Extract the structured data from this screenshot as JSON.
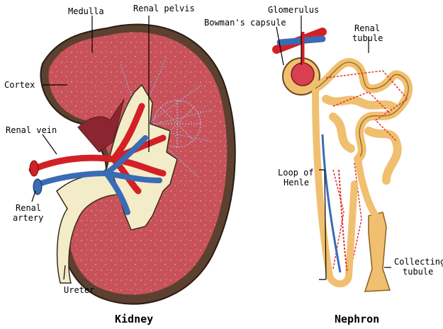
{
  "labels": {
    "medulla": "Medulla",
    "renal_pelvis": "Renal pelvis",
    "cortex": "Cortex",
    "renal_vein": "Renal vein",
    "renal_artery_1": "Renal",
    "renal_artery_2": "artery",
    "ureter": "Ureter",
    "glomerulus": "Glomerulus",
    "bowmans_capsule": "Bowman's capsule",
    "renal_tubule_1": "Renal",
    "renal_tubule_2": "tubule",
    "loop_of_henle_1": "Loop of",
    "loop_of_henle_2": "Henle",
    "collecting_tubule_1": "Collecting",
    "collecting_tubule_2": "tubule"
  },
  "captions": {
    "kidney": "Kidney",
    "nephron": "Nephron"
  },
  "colors": {
    "capsule": "#5c4030",
    "cortex": "#c8525a",
    "medulla": "#8b2530",
    "artery": "#d32027",
    "vein": "#3a6bb5",
    "ureter": "#f3ecc8",
    "tubule": "#f0c070"
  }
}
